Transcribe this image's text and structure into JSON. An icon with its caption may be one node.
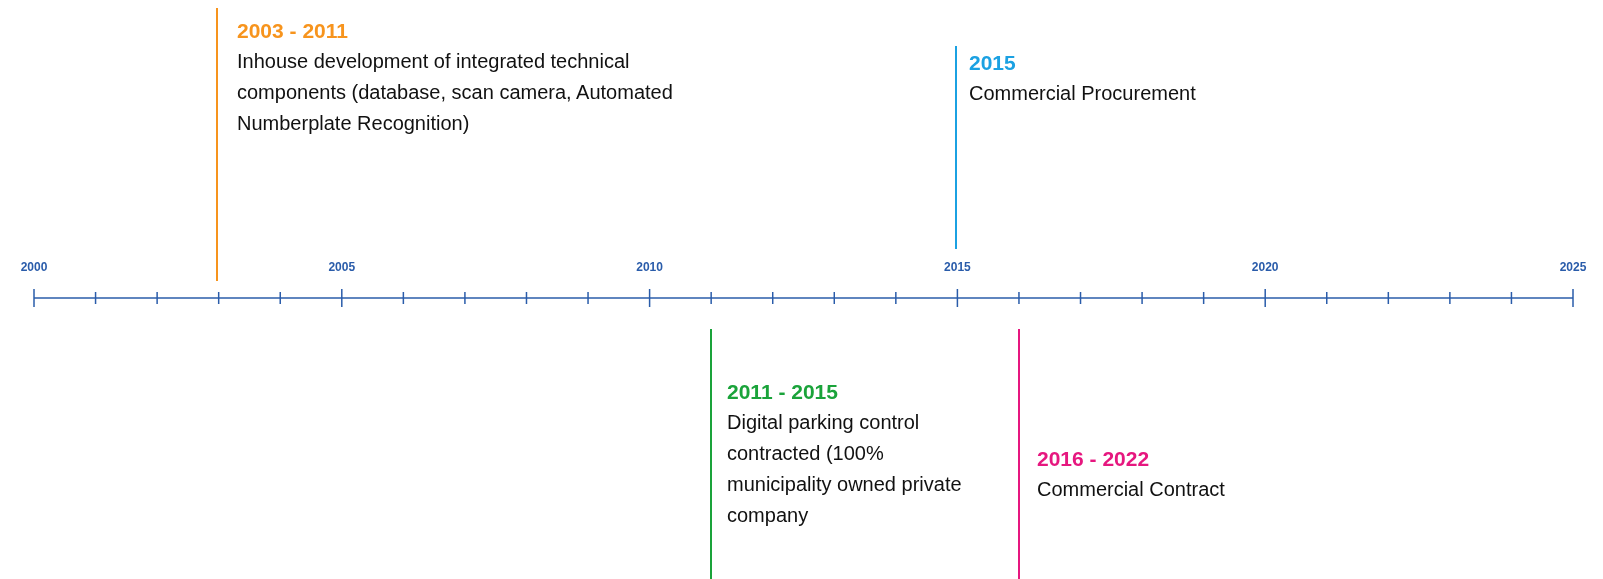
{
  "diagram": {
    "nodes": [
      {
        "text": [
          "2003 - 2011",
          "Inhouse development of integrated technical components (database, scan camera, Automated Numberplate Recognition)"
        ]
      },
      {
        "text": [
          "2015",
          "Commercial Procurement"
        ]
      },
      {
        "text": [
          "2011 - 2015",
          "Digital parking control contracted (100% municipality owned private company"
        ]
      },
      {
        "text": [
          "2016 - 2022",
          "Commercial Contract"
        ]
      }
    ],
    "labels": [
      "2000",
      "2005",
      "2010",
      "2015",
      "2020",
      "2025"
    ]
  }
}
